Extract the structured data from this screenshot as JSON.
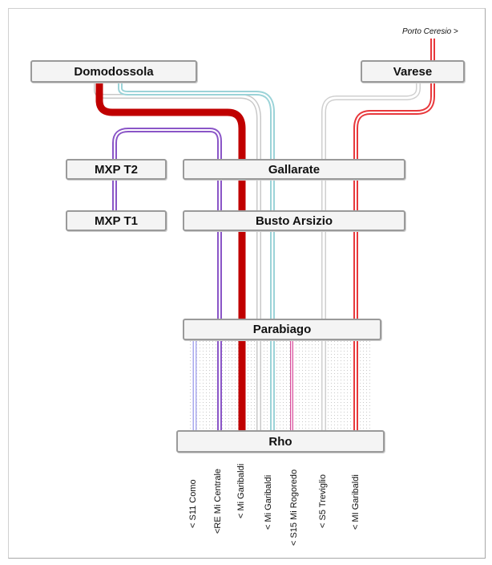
{
  "colors": {
    "red_dark": "#c00000",
    "red_light": "#e8383c",
    "purple": "#8a55c7",
    "cyan": "#9bd3d8",
    "gray": "#cfcfcf",
    "blue_light": "#a9a9ee",
    "pink": "#d9509e"
  },
  "stations": {
    "domodossola": "Domodossola",
    "varese": "Varese",
    "mxp_t2": "MXP T2",
    "gallarate": "Gallarate",
    "mxp_t1": "MXP T1",
    "busto_arsizio": "Busto Arsizio",
    "parabiago": "Parabiago",
    "rho": "Rho"
  },
  "top_label": "Porto Ceresio >",
  "destinations": {
    "s11_como": "< S11 Como",
    "re_mi_centrale": "<RE Mi Centrale",
    "mi_garibaldi_1": "< Mi Garibaldi",
    "mi_garibaldi_2": "< Mi Garibaldi",
    "s15_mi_rogoredo": "< S15 Mi Rogoredo",
    "s5_treviglio": "< S5 Treviglio",
    "mi_garibaldi_3": "< MI Garibaldi"
  }
}
